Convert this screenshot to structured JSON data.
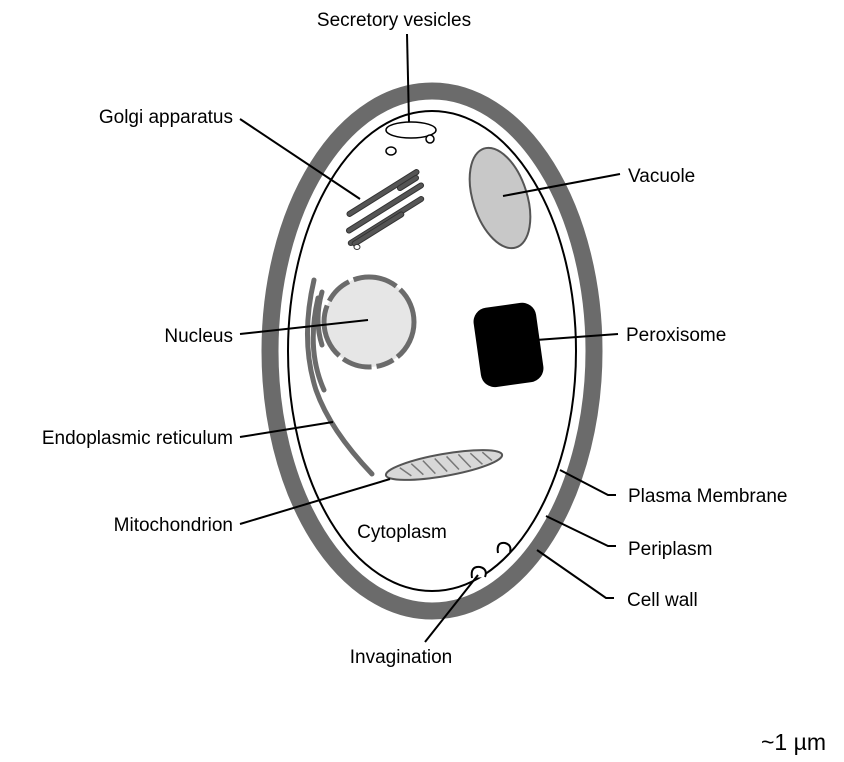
{
  "labels": {
    "secretory_vesicles": "Secretory vesicles",
    "golgi": "Golgi apparatus",
    "vacuole": "Vacuole",
    "nucleus": "Nucleus",
    "peroxisome": "Peroxisome",
    "er": "Endoplasmic reticulum",
    "plasma_membrane": "Plasma Membrane",
    "mitochondrion": "Mitochondrion",
    "cytoplasm": "Cytoplasm",
    "periplasm": "Periplasm",
    "cell_wall": "Cell wall",
    "invagination": "Invagination"
  },
  "scale": "~1 µm",
  "colors": {
    "cell_wall": "#6b6b6b",
    "vacuole": "#c8c8c8",
    "nucleus_fill": "#e6e6e6",
    "organelle_stroke": "#5a5a5a",
    "peroxisome": "#000000"
  }
}
